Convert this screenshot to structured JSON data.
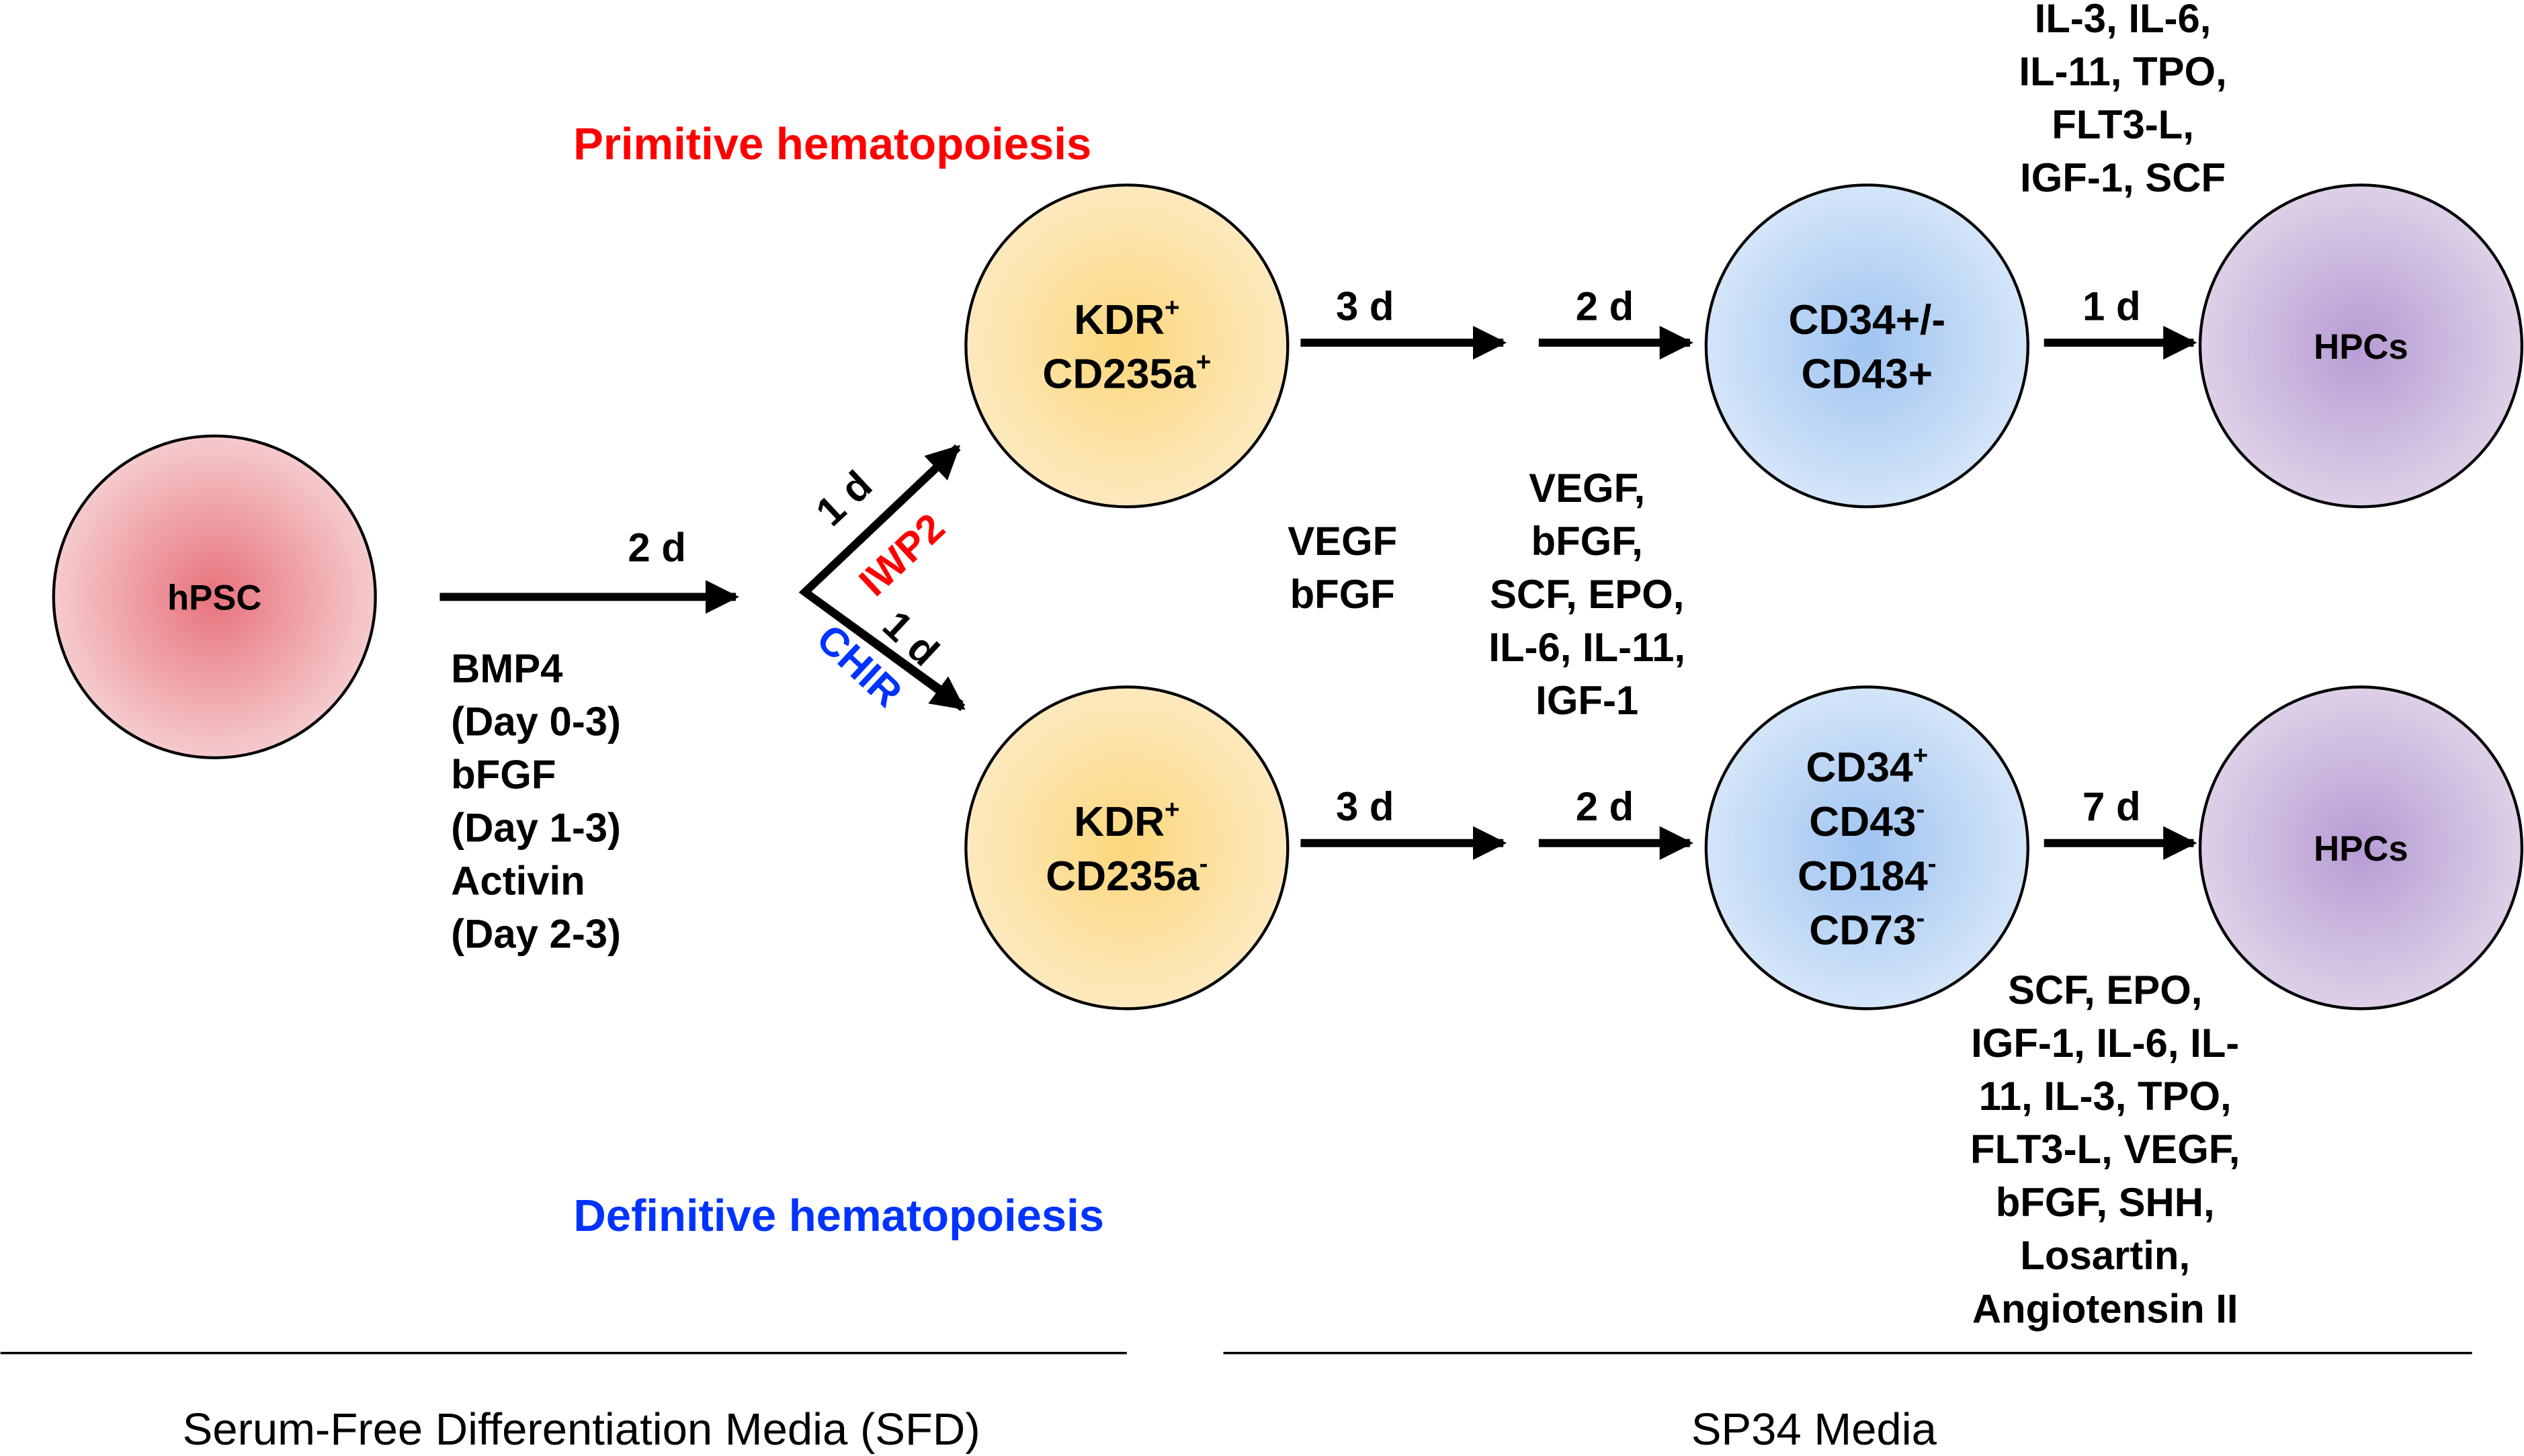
{
  "titles": {
    "primitive": "Primitive hematopoiesis",
    "definitive": "Definitive hematopoiesis",
    "primitive_color": "#ff0000",
    "definitive_color": "#0033ff"
  },
  "cells": {
    "hpsc": {
      "lines": [
        {
          "main": "hPSC",
          "sup": ""
        }
      ],
      "gradient": [
        "#e8727c",
        "#f5cbcd"
      ]
    },
    "kdr_pos": {
      "lines": [
        {
          "main": "KDR",
          "sup": "+"
        },
        {
          "main": "CD235a",
          "sup": "+"
        }
      ],
      "gradient": [
        "#fbd77c",
        "#fde9be"
      ]
    },
    "kdr_neg": {
      "lines": [
        {
          "main": "KDR",
          "sup": "+"
        },
        {
          "main": "CD235a",
          "sup": "-"
        }
      ],
      "gradient": [
        "#fbd77c",
        "#fde9be"
      ]
    },
    "cd34_prim": {
      "lines": [
        {
          "main": "CD34+/-",
          "sup": ""
        },
        {
          "main": "CD43+",
          "sup": ""
        }
      ],
      "gradient": [
        "#9fc4f1",
        "#d4e5f8"
      ]
    },
    "cd34_def": {
      "lines": [
        {
          "main": "CD34",
          "sup": "+"
        },
        {
          "main": "CD43",
          "sup": "-"
        },
        {
          "main": "CD184",
          "sup": "-"
        },
        {
          "main": "CD73",
          "sup": "-"
        }
      ],
      "gradient": [
        "#9fc4f1",
        "#d4e5f8"
      ]
    },
    "hpc_prim": {
      "lines": [
        {
          "main": "HPCs",
          "sup": ""
        }
      ],
      "gradient": [
        "#b79cd4",
        "#ddd0e7"
      ]
    },
    "hpc_def": {
      "lines": [
        {
          "main": "HPCs",
          "sup": ""
        }
      ],
      "gradient": [
        "#b79cd4",
        "#ddd0e7"
      ]
    }
  },
  "durations": {
    "hpsc_to_branch": "2 d",
    "branch_up": "1 d",
    "branch_down": "1 d",
    "top_3d": "3 d",
    "top_2d": "2 d",
    "top_1d": "1 d",
    "bottom_3d": "3 d",
    "bottom_2d": "2 d",
    "bottom_7d": "7 d"
  },
  "inhibitors": {
    "up": "IWP2",
    "down": "CHIR",
    "up_color": "#ff0000",
    "down_color": "#0033ff"
  },
  "factors": {
    "sfd": [
      "BMP4",
      "(Day 0-3)",
      "bFGF",
      "(Day 1-3)",
      "Activin",
      "(Day 2-3)"
    ],
    "stage2": [
      "VEGF",
      "bFGF"
    ],
    "stage3": [
      "VEGF,",
      "bFGF,",
      "SCF, EPO,",
      "IL-6, IL-11,",
      "IGF-1"
    ],
    "primitive_final": [
      "IL-3, IL-6,",
      "IL-11, TPO,",
      "FLT3-L,",
      "IGF-1, SCF"
    ],
    "definitive_final": [
      "SCF, EPO,",
      "IGF-1, IL-6, IL-",
      "11, IL-3, TPO,",
      "FLT3-L, VEGF,",
      "bFGF, SHH,",
      "Losartin,",
      "Angiotensin II"
    ]
  },
  "media": {
    "sfd": "Serum-Free Differentiation Media (SFD)",
    "sp34": "SP34 Media"
  }
}
